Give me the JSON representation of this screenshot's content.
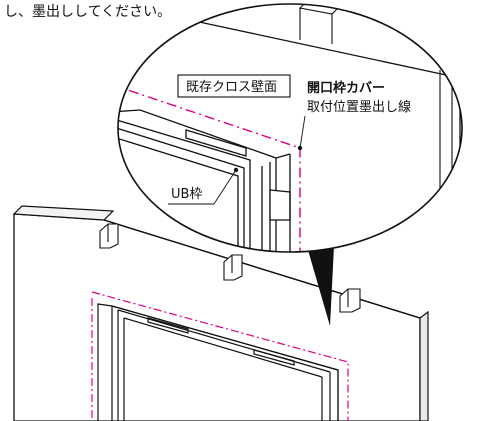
{
  "top_text": "し、墨出ししてください。",
  "callouts": {
    "existing_wall": "既存クロス壁面",
    "cover_title": "開口枠カバー",
    "cover_subtitle": "取付位置墨出し線",
    "ub_frame": "UB枠"
  },
  "colors": {
    "line": "#111111",
    "marking": "#e4007f",
    "panel": "#ffffff"
  }
}
